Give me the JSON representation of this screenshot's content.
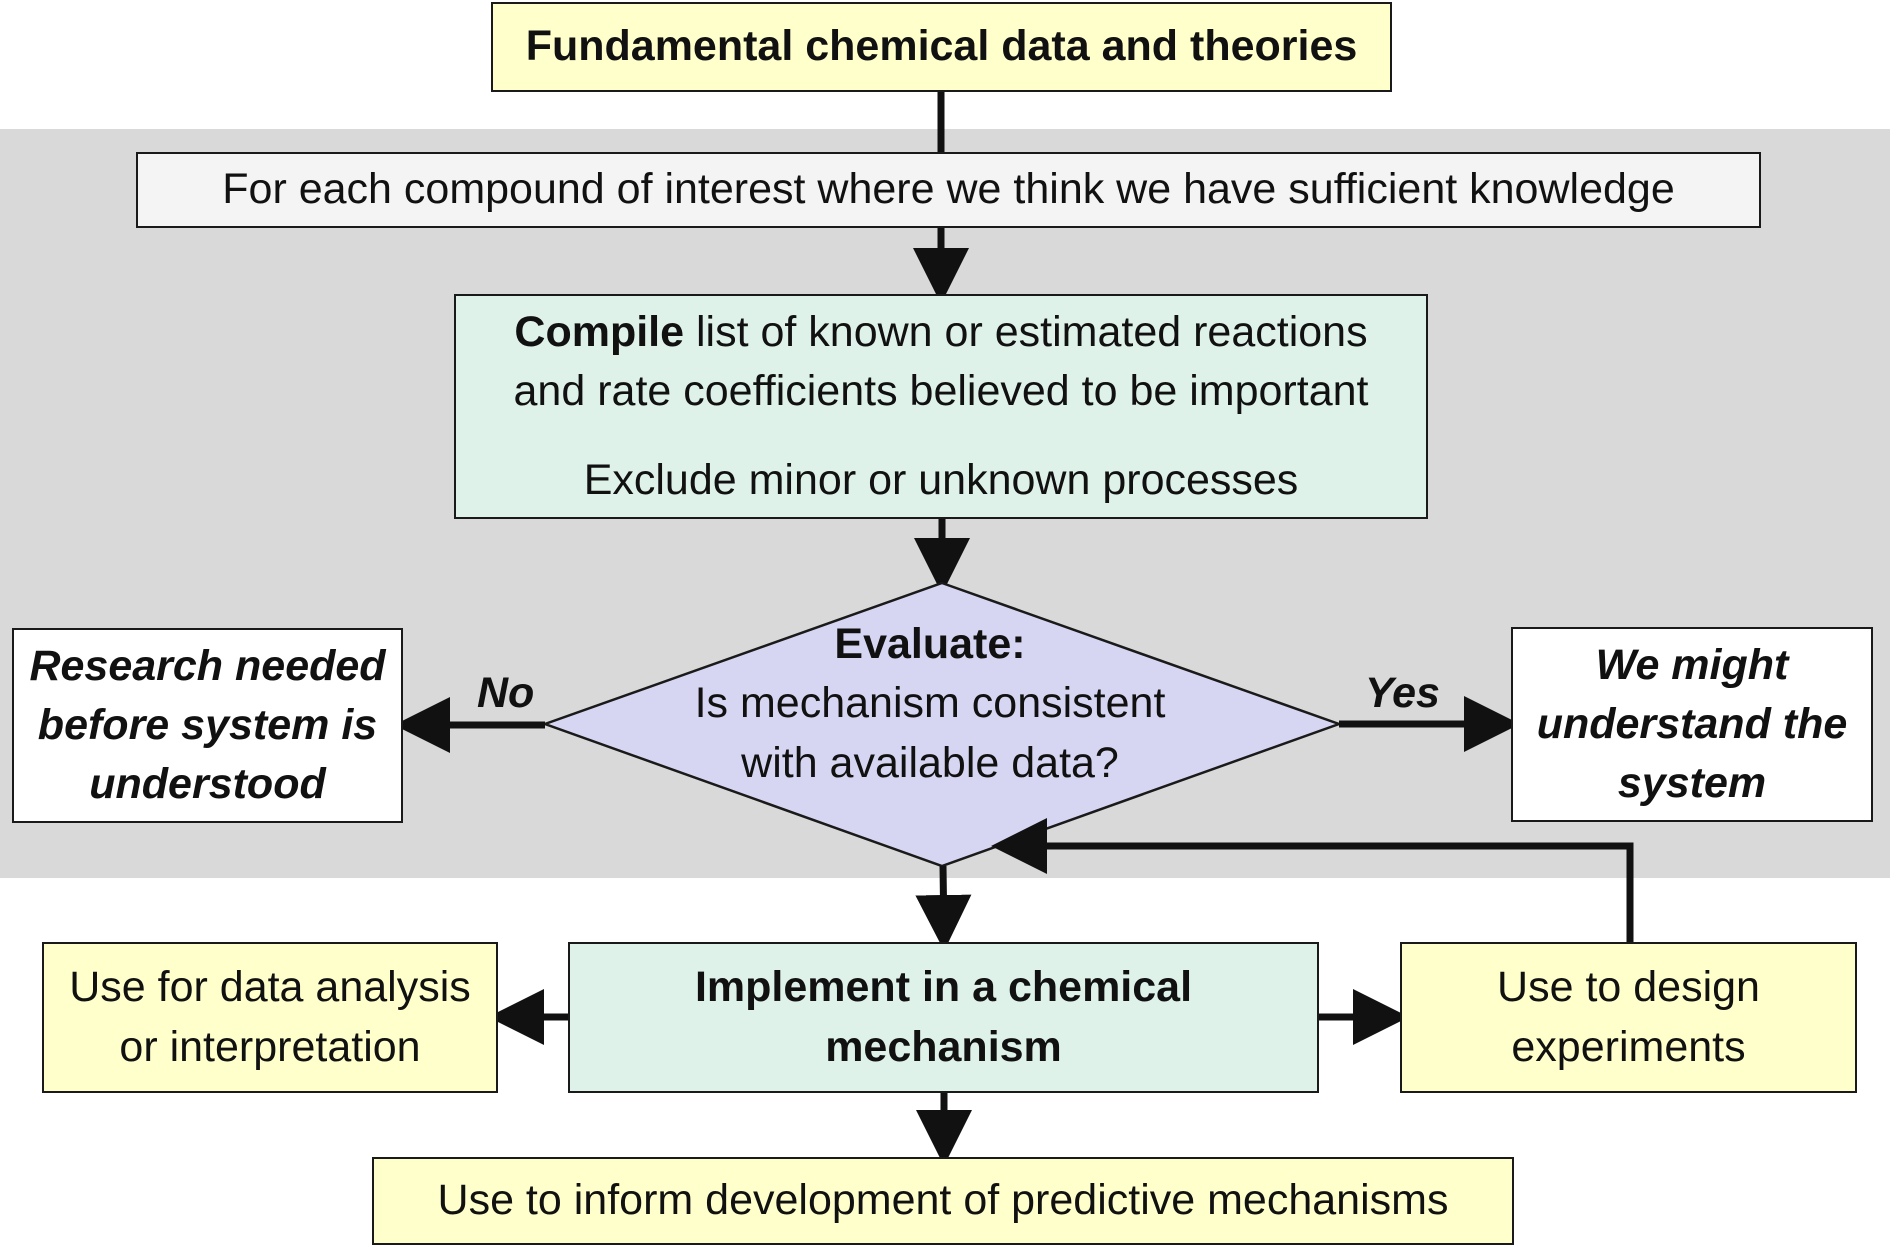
{
  "title_box": {
    "text": "Fundamental chemical data and theories"
  },
  "scope_bar": {
    "text": "For each compound of interest where we think we have sufficient knowledge"
  },
  "compile_box": {
    "bold_word": "Compile",
    "line1_rest": " list of known or estimated reactions",
    "line2": "and rate coefficients believed to be important",
    "line3": "Exclude minor or unknown processes"
  },
  "evaluate_diamond": {
    "heading": "Evaluate:",
    "line1": "Is mechanism consistent",
    "line2": "with available data?"
  },
  "no_branch": {
    "label": "No",
    "box_lines": [
      "Research needed",
      "before system is",
      "understood"
    ]
  },
  "yes_branch": {
    "label": "Yes",
    "box_lines": [
      "We might",
      "understand the",
      "system"
    ]
  },
  "implement_box": {
    "lines": [
      "Implement in a chemical",
      "mechanism"
    ]
  },
  "data_analysis_box": {
    "lines": [
      "Use for data analysis",
      "or interpretation"
    ]
  },
  "design_box": {
    "lines": [
      "Use to design",
      "experiments"
    ]
  },
  "inform_box": {
    "text": "Use to inform development of predictive mechanisms"
  },
  "colors": {
    "yellow_fill": "#ffffcc",
    "mint_fill": "#dff2ea",
    "diamond_fill": "#d6d6f3",
    "band_fill": "#d9d9d9",
    "line": "#111111"
  }
}
